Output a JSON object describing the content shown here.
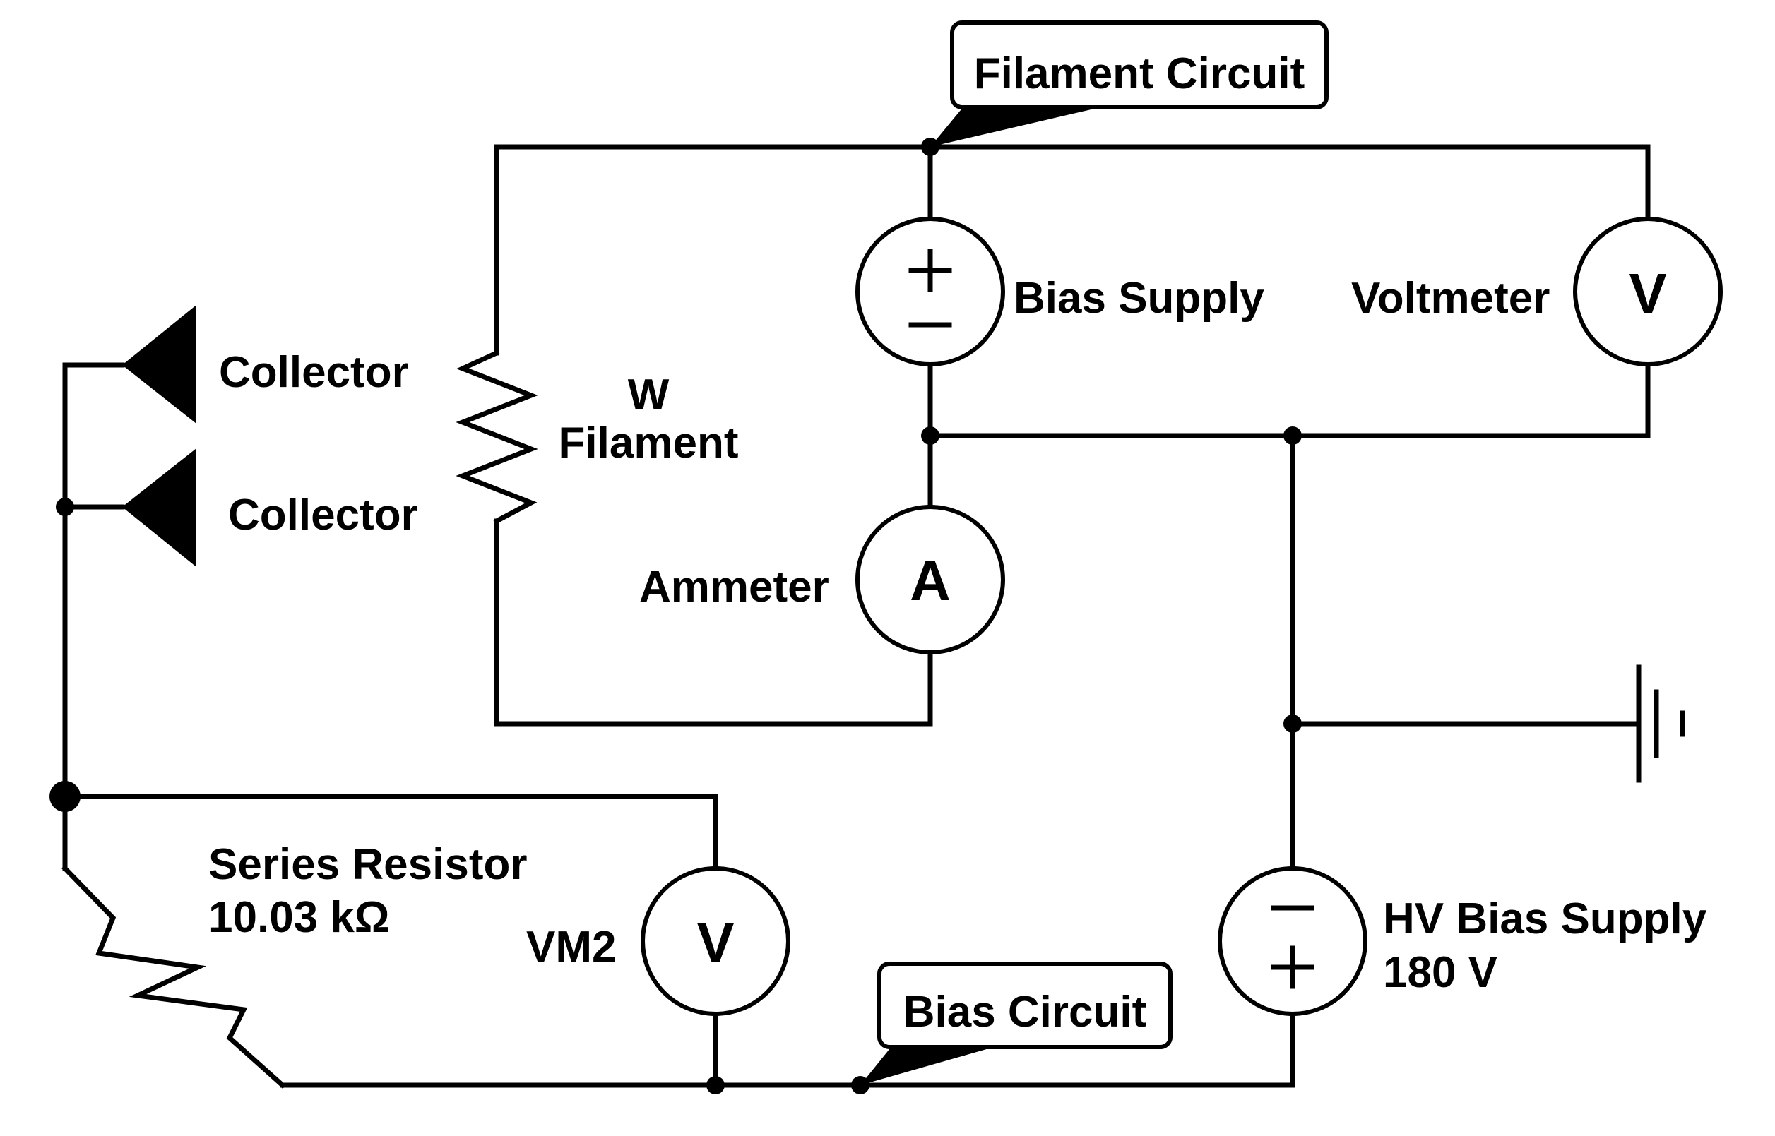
{
  "callouts": {
    "filament_circuit": "Filament Circuit",
    "bias_circuit": "Bias Circuit"
  },
  "labels": {
    "bias_supply": "Bias Supply",
    "voltmeter": "Voltmeter",
    "collector_top": "Collector",
    "collector_bottom": "Collector",
    "filament_line1": "W",
    "filament_line2": "Filament",
    "ammeter": "Ammeter",
    "series_resistor_line1": "Series Resistor",
    "series_resistor_line2": "10.03 kΩ",
    "vm2": "VM2",
    "hv_bias_line1": "HV Bias Supply",
    "hv_bias_line2": "180 V"
  },
  "meters": {
    "voltmeter_symbol": "V",
    "ammeter_symbol": "A",
    "vm2_symbol": "V"
  },
  "icons": [
    "ground-icon",
    "resistor-icon",
    "collector-icon",
    "dc-source-icon",
    "meter-icon"
  ],
  "colors": {
    "line": "#000000",
    "background": "#ffffff"
  }
}
